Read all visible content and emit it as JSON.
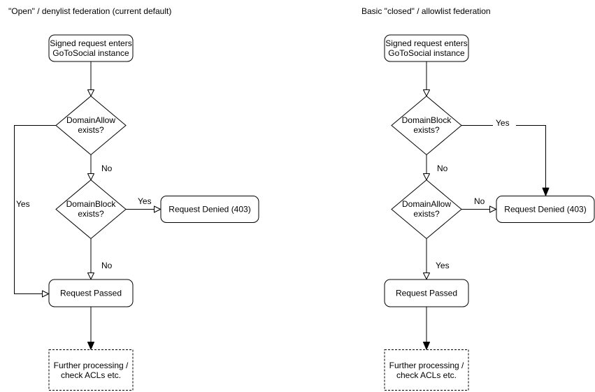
{
  "colors": {
    "stroke": "#000000",
    "node_fill": "#ffffff",
    "text": "#000000",
    "background": "#ffffff"
  },
  "diagrams": {
    "left": {
      "title": "\"Open\" / denylist federation (current default)",
      "nodes": {
        "start": {
          "lines": [
            "Signed request enters",
            "GoToSocial instance"
          ]
        },
        "decision1": {
          "lines": [
            "DomainAllow",
            "exists?"
          ]
        },
        "decision2": {
          "lines": [
            "DomainBlock",
            "exists?"
          ]
        },
        "denied": {
          "label": "Request Denied (403)"
        },
        "passed": {
          "label": "Request Passed"
        },
        "further": {
          "lines": [
            "Further processing /",
            "check ACLs etc."
          ]
        }
      },
      "edges": {
        "d1_yes": "Yes",
        "d1_no": "No",
        "d2_yes": "Yes",
        "d2_no": "No"
      }
    },
    "right": {
      "title": "Basic \"closed\" / allowlist federation",
      "nodes": {
        "start": {
          "lines": [
            "Signed request enters",
            "GoToSocial instance"
          ]
        },
        "decision1": {
          "lines": [
            "DomainBlock",
            "exists?"
          ]
        },
        "decision2": {
          "lines": [
            "DomainAllow",
            "exists?"
          ]
        },
        "denied": {
          "label": "Request Denied (403)"
        },
        "passed": {
          "label": "Request Passed"
        },
        "further": {
          "lines": [
            "Further processing /",
            "check ACLs etc."
          ]
        }
      },
      "edges": {
        "d1_yes": "Yes",
        "d1_no": "No",
        "d2_no": "No",
        "d2_yes": "Yes"
      }
    }
  }
}
